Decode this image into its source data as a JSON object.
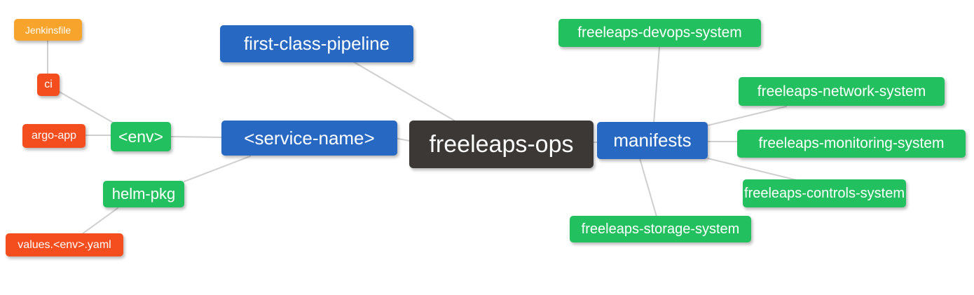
{
  "diagram": {
    "type": "mindmap",
    "title": "freeleaps-ops repository structure mind map",
    "palette": {
      "root": "#3b3835",
      "branch": "#2768c3",
      "leaf_green": "#22c05e",
      "leaf_red": "#f54e1e",
      "leaf_orange": "#f7a42c",
      "edge": "#cfcfcf",
      "text": "#ffffff",
      "background": "#ffffff"
    },
    "nodes": {
      "jenkinsfile": {
        "label": "Jenkinsfile",
        "color": "leaf_orange"
      },
      "ci": {
        "label": "ci",
        "color": "leaf_red"
      },
      "argo_app": {
        "label": "argo-app",
        "color": "leaf_red"
      },
      "env": {
        "label": "<env>",
        "color": "leaf_green"
      },
      "helm_pkg": {
        "label": "helm-pkg",
        "color": "leaf_green"
      },
      "values_yaml": {
        "label": "values.<env>.yaml",
        "color": "leaf_red"
      },
      "first_class_pipeline": {
        "label": "first-class-pipeline",
        "color": "branch"
      },
      "service_name": {
        "label": "<service-name>",
        "color": "branch"
      },
      "freeleaps_ops": {
        "label": "freeleaps-ops",
        "color": "root"
      },
      "manifests": {
        "label": "manifests",
        "color": "branch"
      },
      "devops_system": {
        "label": "freeleaps-devops-system",
        "color": "leaf_green"
      },
      "network_system": {
        "label": "freeleaps-network-system",
        "color": "leaf_green"
      },
      "monitoring_system": {
        "label": "freeleaps-monitoring-system",
        "color": "leaf_green"
      },
      "controls_system": {
        "label": "freeleaps-controls-system",
        "color": "leaf_green"
      },
      "storage_system": {
        "label": "freeleaps-storage-system",
        "color": "leaf_green"
      }
    },
    "edges": [
      [
        "jenkinsfile",
        "ci"
      ],
      [
        "ci",
        "env"
      ],
      [
        "argo_app",
        "env"
      ],
      [
        "env",
        "service_name"
      ],
      [
        "helm_pkg",
        "service_name"
      ],
      [
        "values_yaml",
        "helm_pkg"
      ],
      [
        "first_class_pipeline",
        "freeleaps_ops"
      ],
      [
        "service_name",
        "freeleaps_ops"
      ],
      [
        "freeleaps_ops",
        "manifests"
      ],
      [
        "manifests",
        "devops_system"
      ],
      [
        "manifests",
        "network_system"
      ],
      [
        "manifests",
        "monitoring_system"
      ],
      [
        "manifests",
        "controls_system"
      ],
      [
        "manifests",
        "storage_system"
      ]
    ]
  }
}
